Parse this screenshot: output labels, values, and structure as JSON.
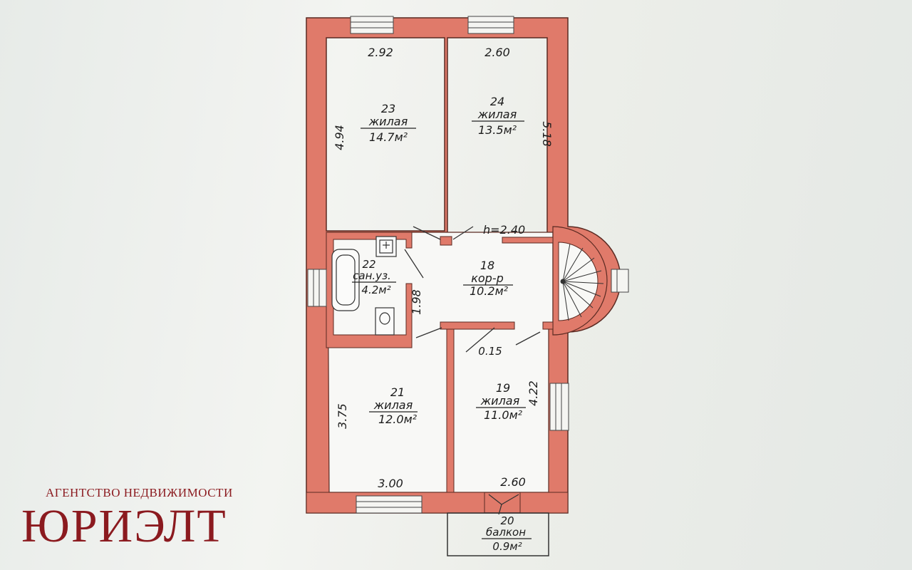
{
  "plan": {
    "ceiling": "h=2.40",
    "rooms": [
      {
        "number": "23",
        "type": "жилая",
        "area": "14.7м²"
      },
      {
        "number": "24",
        "type": "жилая",
        "area": "13.5м²"
      },
      {
        "number": "22",
        "type": "сан.уз.",
        "area": "4.2м²"
      },
      {
        "number": "18",
        "type": "кор-р",
        "area": "10.2м²"
      },
      {
        "number": "21",
        "type": "жилая",
        "area": "12.0м²"
      },
      {
        "number": "19",
        "type": "жилая",
        "area": "11.0м²"
      },
      {
        "number": "20",
        "type": "балкон",
        "area": "0.9м²"
      }
    ],
    "dimensions": [
      "2.92",
      "2.60",
      "4.94",
      "5.18",
      "1.98",
      "0.15",
      "3.75",
      "4.22",
      "3.00",
      "2.60"
    ]
  },
  "agency": {
    "subtitle": "АГЕНТСТВО НЕДВИЖИМОСТИ",
    "name": "ЮРИЭЛТ"
  },
  "colors": {
    "wall": "#e07a6a",
    "wall_stroke": "#5a2a22",
    "logo": "#8b1a1f"
  }
}
